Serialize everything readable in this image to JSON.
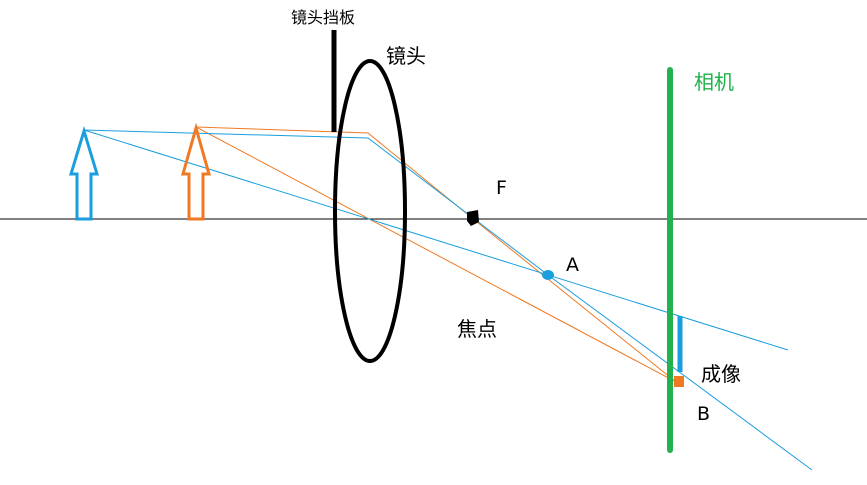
{
  "labels": {
    "lens_baffle": "镜头挡板",
    "lens": "镜头",
    "camera": "相机",
    "focal_point_letter": "F",
    "point_a": "A",
    "focus_point": "焦点",
    "image": "成像",
    "point_b": "B"
  },
  "colors": {
    "blue": "#1a9ede",
    "orange": "#f07a24",
    "green": "#22b14c",
    "black": "#000000",
    "axis": "#000000"
  }
}
